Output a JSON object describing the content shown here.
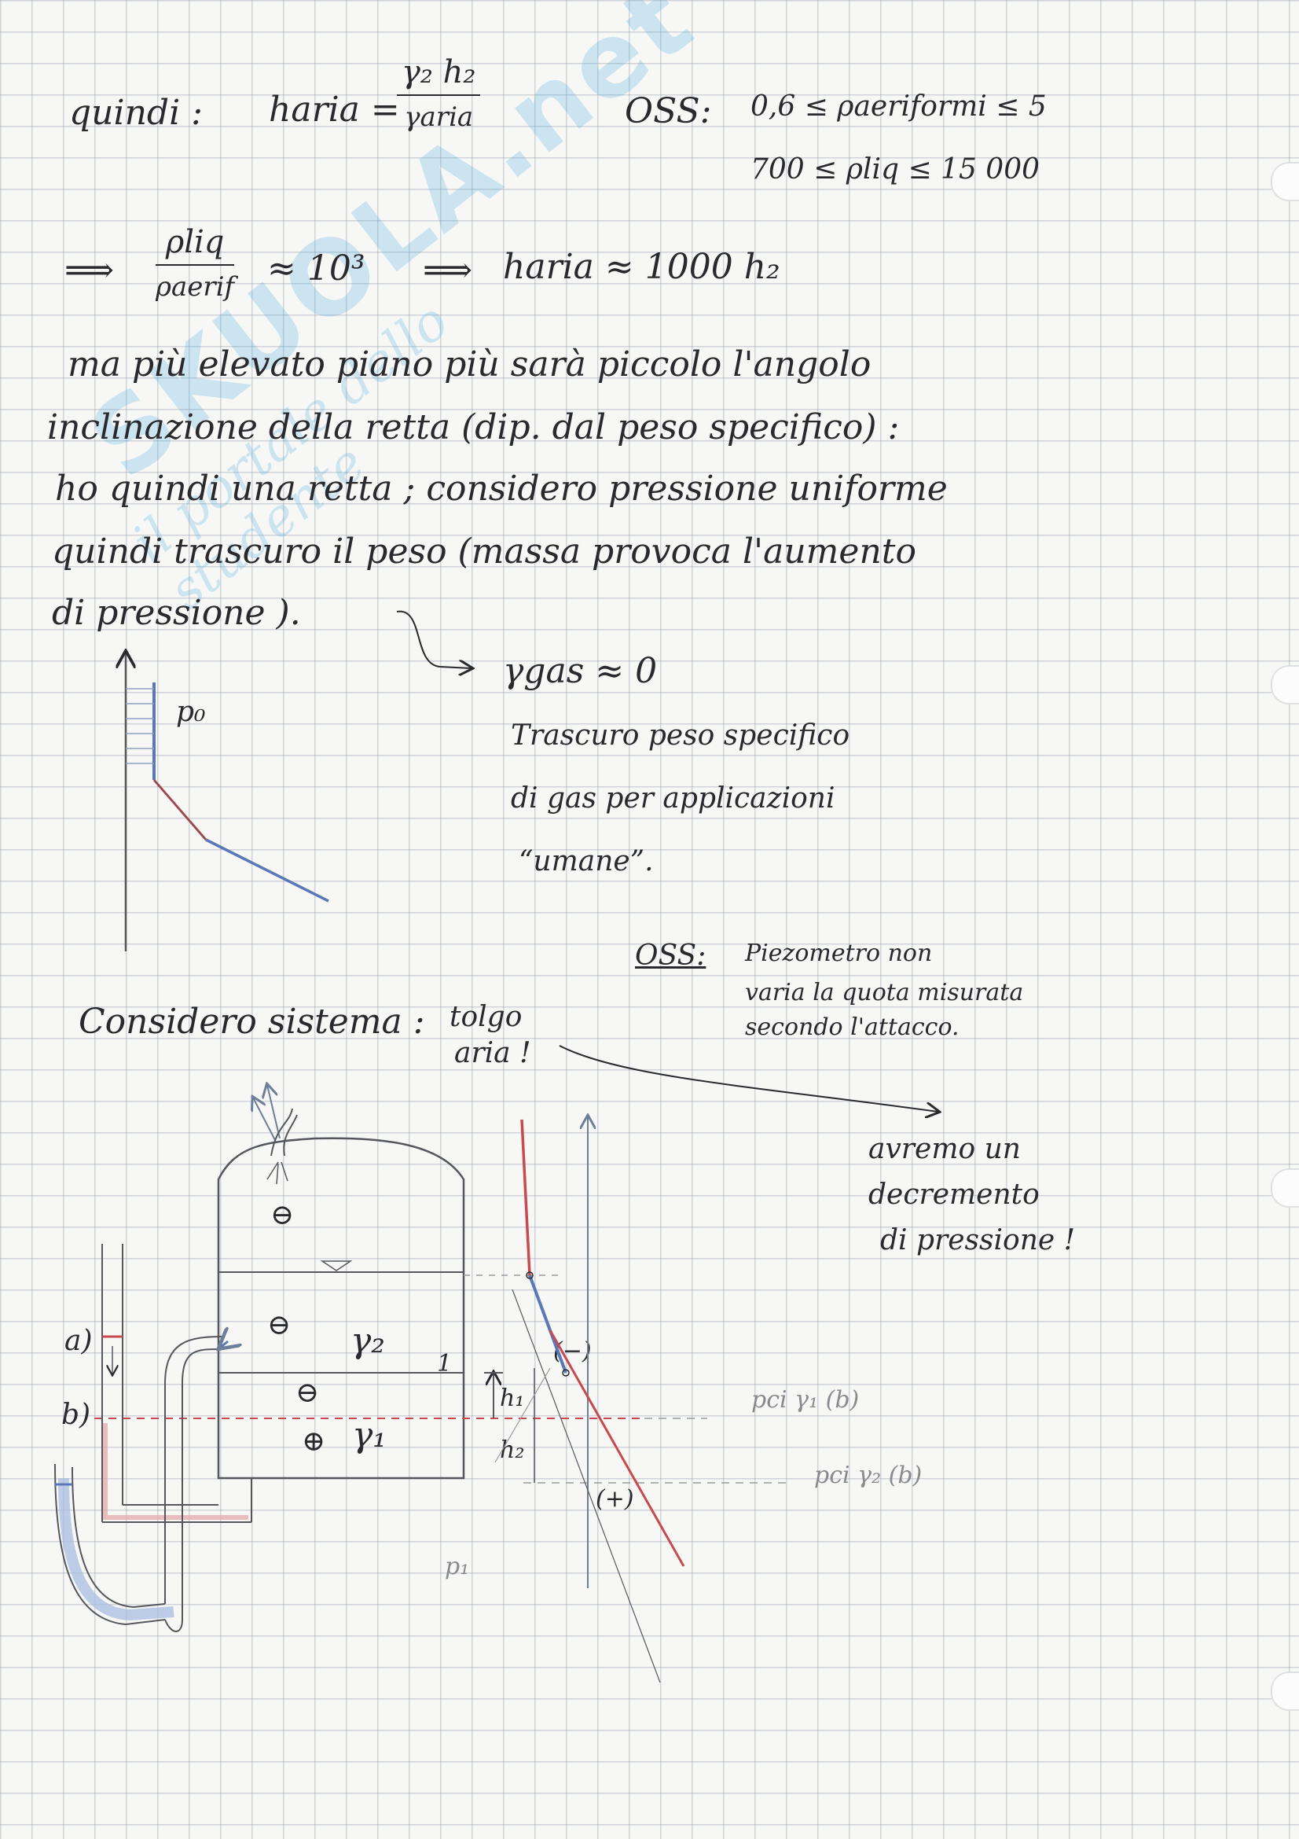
{
  "watermark": {
    "logo": "SKUOLA.net",
    "tagline": "il portale dello studente"
  },
  "line1": {
    "quindi": "quindi :",
    "h_aria": "haria =",
    "frac_num": "γ₂ h₂",
    "frac_den": "γaria",
    "oss": "OSS:",
    "rho_aeriform": "0,6 ≤ ρaeriformi ≤ 5",
    "rho_liq": "700 ≤ ρliq ≤ 15 000"
  },
  "line2": {
    "arrow": "⟹",
    "frac_num": "ρliq",
    "frac_den": "ρaerif",
    "approx": "≈ 10³",
    "arrow2": "⟹",
    "result": "haria ≈ 1000 h₂"
  },
  "paragraph": [
    "ma  più  elevato  piano  più  sarà  piccolo  l'angolo",
    "inclinazione  della  retta  (dip.  dal  peso  specifico) :",
    "ho  quindi  una  retta ;  considero  pressione  uniforme",
    "quindi  trascuro  il  peso  (massa  provoca  l'aumento",
    "di  pressione )."
  ],
  "gas_note": {
    "gamma_gas": "γgas ≈ 0",
    "line1": "Trascuro  peso  specifico",
    "line2": "di  gas  per  applicazioni",
    "line3": "“umane”."
  },
  "graph1_label": "p₀",
  "oss2": {
    "label": "OSS:",
    "line1": "Piezometro  non",
    "line2": "varia  la  quota  misurata",
    "line3": "secondo  l'attacco."
  },
  "considero": {
    "text": "Considero  sistema :",
    "tolgo1": "tolgo",
    "tolgo2": "aria !"
  },
  "avremo": {
    "line1": "avremo  un",
    "line2": "decremento",
    "line3": "di  pressione !"
  },
  "diagram": {
    "label_a": "a)",
    "label_b": "b)",
    "minus": "⊖",
    "plus": "⊕",
    "gamma2": "γ₂",
    "gamma1": "γ₁",
    "one": "1",
    "h1": "h₁",
    "h2": "h₂",
    "minus_paren": "(−)",
    "plus_paren": "(+)",
    "p1": "p₁",
    "pci_gamma1": "pci γ₁ (b)",
    "pci_gamma2": "pci γ₂ (b)"
  },
  "colors": {
    "ink": "#2a2a2e",
    "pencil": "#8a8a8e",
    "red": "#c8494e",
    "blue": "#5a78b8",
    "watermark": "#39a0dc"
  }
}
